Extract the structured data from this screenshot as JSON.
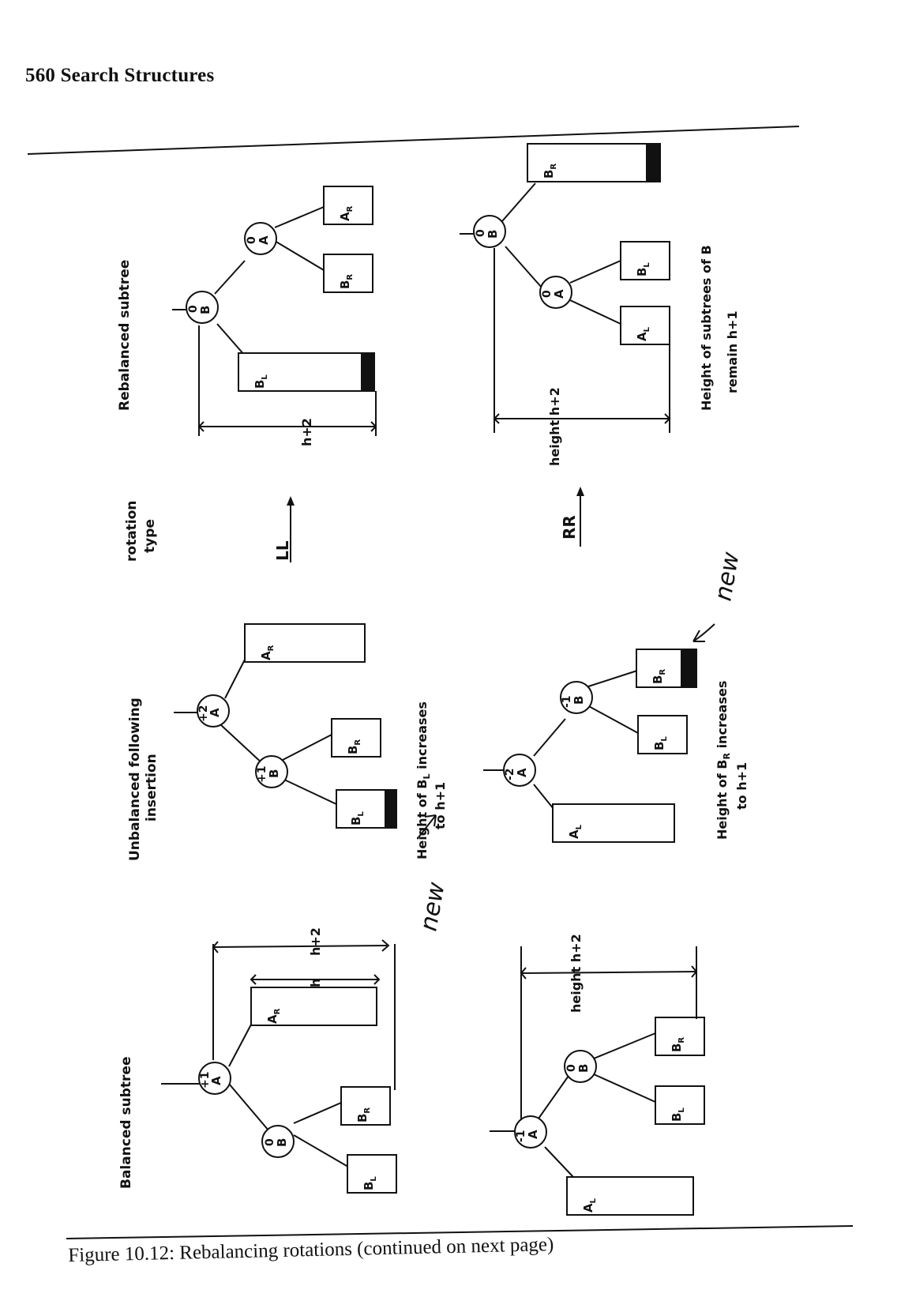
{
  "header": {
    "page_number": "560",
    "section_title": "Search Structures"
  },
  "columns": {
    "balanced": "Balanced subtree",
    "unbalanced_line1": "Unbalanced following",
    "unbalanced_line2": "insertion",
    "rotation_line1": "rotation",
    "rotation_line2": "type",
    "rebalanced": "Rebalanced subtree"
  },
  "rotations": {
    "ll": "LL",
    "rr": "RR"
  },
  "nodes": {
    "A": "A",
    "B": "B",
    "bf_plus1": "+1",
    "bf_plus2": "+2",
    "bf_zero": "0",
    "bf_minus1": "-1",
    "bf_minus2": "-2"
  },
  "subtrees": {
    "AL_main": "A",
    "AL_sub": "L",
    "AR_main": "A",
    "AR_sub": "R",
    "BL_main": "B",
    "BL_sub": "L",
    "BR_main": "B",
    "BR_sub": "R"
  },
  "heights": {
    "h": "h",
    "h2": "h+2",
    "height_h2": "height h+2"
  },
  "annotations": {
    "ll_note_1": "Height of B",
    "ll_note_1_sub": "L",
    "ll_note_1_tail": " increases",
    "ll_note_2": "to h+1",
    "rr_note_1": "Height of B",
    "rr_note_1_sub": "R",
    "rr_note_1_tail": " increases",
    "rr_note_2": "to h+1",
    "rebal_note_1": "Height of subtrees of B",
    "rebal_note_2": "remain h+1",
    "handwritten_1": "new",
    "handwritten_2": "new"
  },
  "caption": {
    "label": "Figure 10.12:",
    "text": " Rebalancing rotations (continued on next page)"
  }
}
